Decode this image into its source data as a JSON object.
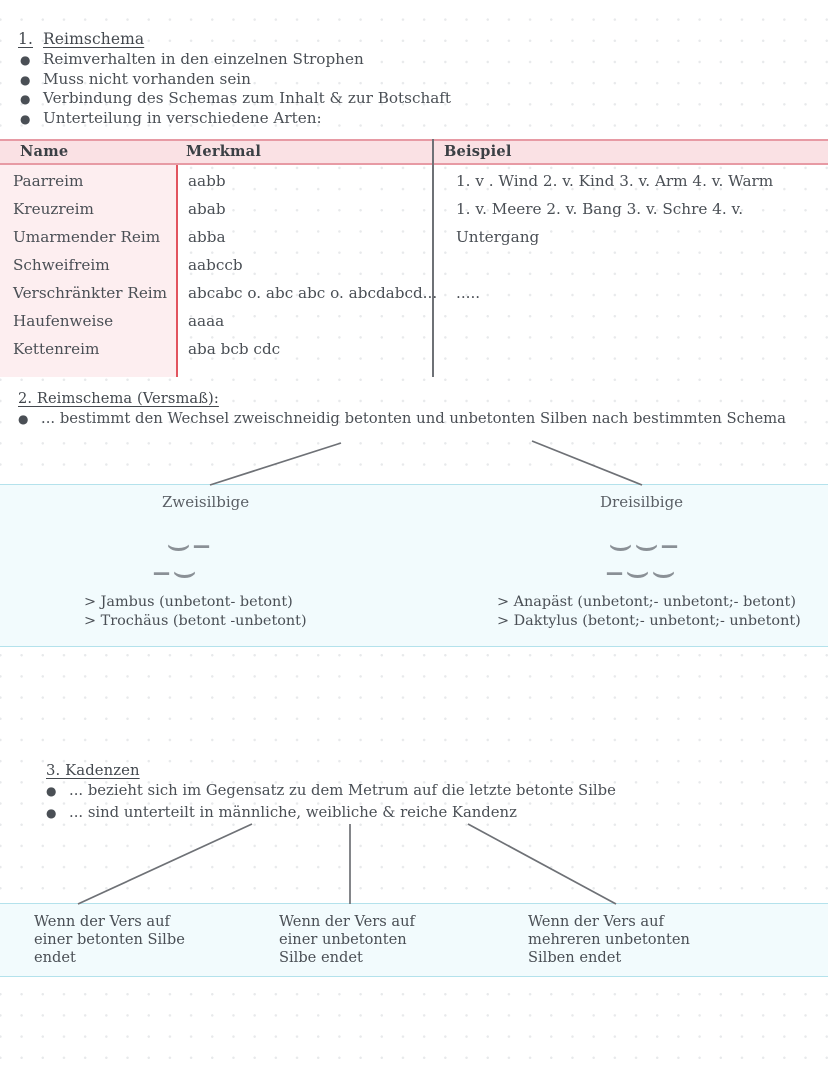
{
  "sections": {
    "rhyme_scheme": {
      "number": "1.",
      "title": "Reimschema",
      "bullets": [
        "Reimverhalten in den einzelnen Strophen",
        "Muss nicht vorhanden sein",
        "Verbindung des Schemas zum Inhalt & zur Botschaft",
        "Unterteilung in verschiedene Arten:"
      ]
    },
    "metre": {
      "title": "2. Reimschema (Versmaß):",
      "bullets": [
        "... bestimmt den Wechsel zweischneidig betonten und unbetonten Silben nach bestimmten Schema"
      ]
    },
    "cadence": {
      "title": "3. Kadenzen",
      "bullets": [
        "... bezieht sich im Gegensatz zu dem Metrum auf die letzte betonte Silbe",
        "... sind unterteilt in männliche, weibliche & reiche Kandenz"
      ]
    }
  },
  "rhyme_table": {
    "headers": [
      "Name",
      "Merkmal",
      "Beispiel"
    ],
    "rows": [
      {
        "name": "Paarreim",
        "merkmal": "aabb"
      },
      {
        "name": "Kreuzreim",
        "merkmal": "abab"
      },
      {
        "name": "Umarmender Reim",
        "merkmal": "abba"
      },
      {
        "name": "Schweifreim",
        "merkmal": "aabccb"
      },
      {
        "name": "Verschränkter Reim",
        "merkmal": "abcabc o. abc abc o. abcdabcd..."
      },
      {
        "name": "Haufenweise",
        "merkmal": "aaaa"
      },
      {
        "name": "Kettenreim",
        "merkmal": "aba bcb cdc"
      }
    ],
    "examples": [
      "1.   v . Wind 2. v. Kind 3. v. Arm 4. v.  Warm",
      "1.    v. Meere 2. v. Bang 3. v. Schre 4. v.",
      "Untergang",
      "....."
    ]
  },
  "metre_groups": [
    {
      "title": "Zweisilbige",
      "symbols_top": "⌣–",
      "symbols_bottom": "–⌣",
      "notes": [
        "> Jambus (unbetont- betont)",
        "> Trochäus (betont -unbetont)"
      ]
    },
    {
      "title": "Dreisilbige",
      "symbols_top": "⌣⌣–",
      "symbols_bottom": "–⌣⌣",
      "notes": [
        "> Anapäst (unbetont;- unbetont;- betont)",
        "> Daktylus (betont;- unbetont;- unbetont)"
      ]
    }
  ],
  "cadence_boxes": [
    "Wenn der Vers auf\neiner betonten Silbe\nendet",
    "Wenn der Vers auf\neiner unbetonten\nSilbe endet",
    "Wenn der Vers auf\nmehreren unbetonten\nSilben endet"
  ],
  "colors": {
    "paper": "#ffffff",
    "dot_grid": "#d9dcdf",
    "table_header_pink": "#fae1e4",
    "table_name_pink": "#fdeef0",
    "table_border_red": "#e2545f",
    "band_blue": "#f2fbfd",
    "band_blue_border": "#b4e2ec",
    "text": "#4a4f55",
    "connector_line": "#6e7176"
  }
}
